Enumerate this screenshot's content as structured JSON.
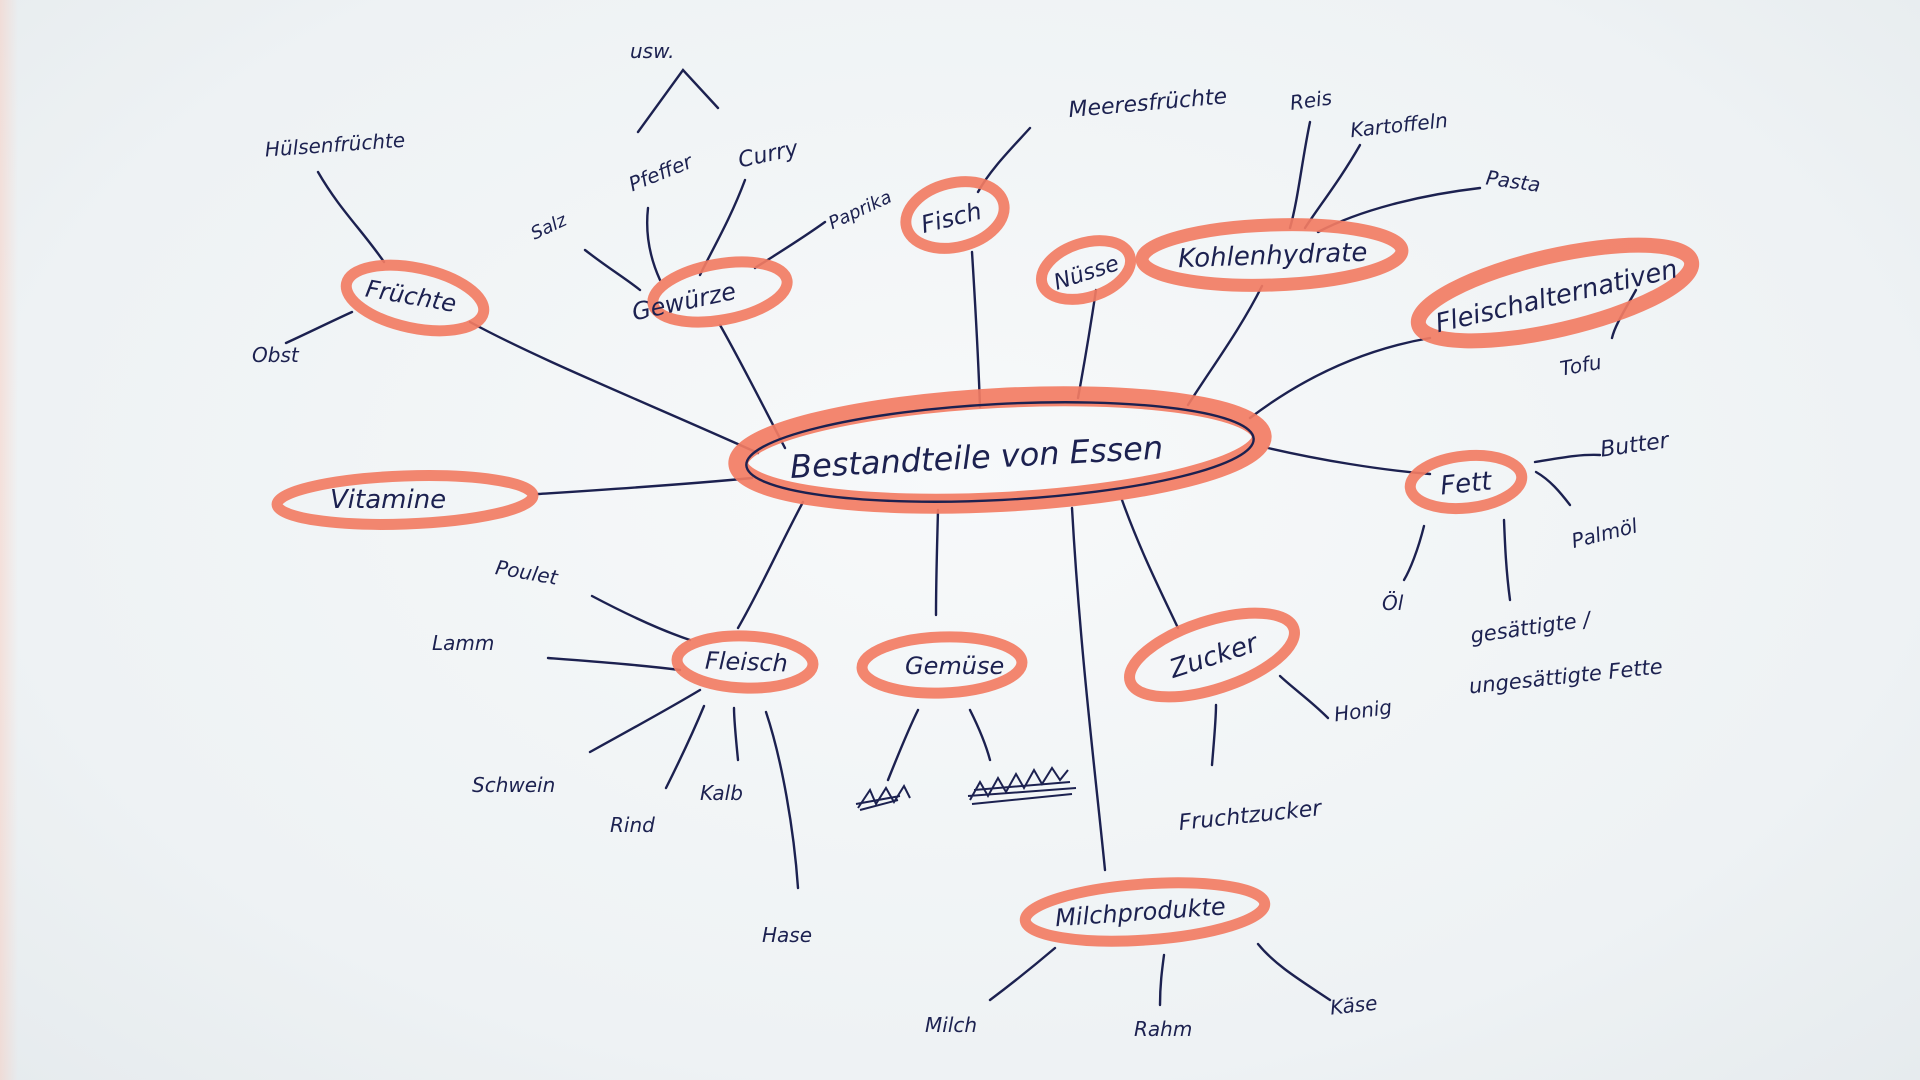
{
  "diagram": {
    "center": "Bestandteile von Essen",
    "nodes": {
      "fruechte": "Früchte",
      "gewuerze": "Gewürze",
      "fisch": "Fisch",
      "nuesse": "Nüsse",
      "kohlenhydrate": "Kohlenhydrate",
      "fleischalternativen": "Fleischalternativen",
      "fett": "Fett",
      "vitamine": "Vitamine",
      "fleisch": "Fleisch",
      "gemuese": "Gemüse",
      "zucker": "Zucker",
      "milchprodukte": "Milchprodukte"
    },
    "leaves": {
      "huelsenfruechte": "Hülsenfrüchte",
      "obst": "Obst",
      "usw": "usw.",
      "salz": "Salz",
      "pfeffer": "Pfeffer",
      "curry": "Curry",
      "paprika": "Paprika",
      "meeresfruechte": "Meeresfrüchte",
      "reis": "Reis",
      "kartoffeln": "Kartoffeln",
      "pasta": "Pasta",
      "tofu": "Tofu",
      "butter": "Butter",
      "palmoel": "Palmöl",
      "oel": "Öl",
      "gesaettigte_1": "gesättigte /",
      "gesaettigte_2": "ungesättigte Fette",
      "poulet": "Poulet",
      "lamm": "Lamm",
      "schwein": "Schwein",
      "rind": "Rind",
      "kalb": "Kalb",
      "hase": "Hase",
      "honig": "Honig",
      "fruchtzucker": "Fruchtzucker",
      "milch": "Milch",
      "rahm": "Rahm",
      "kaese": "Käse"
    }
  },
  "colors": {
    "ink": "#1c2150",
    "highlighter": "#f27c63",
    "paper": "#f1f4f6"
  }
}
